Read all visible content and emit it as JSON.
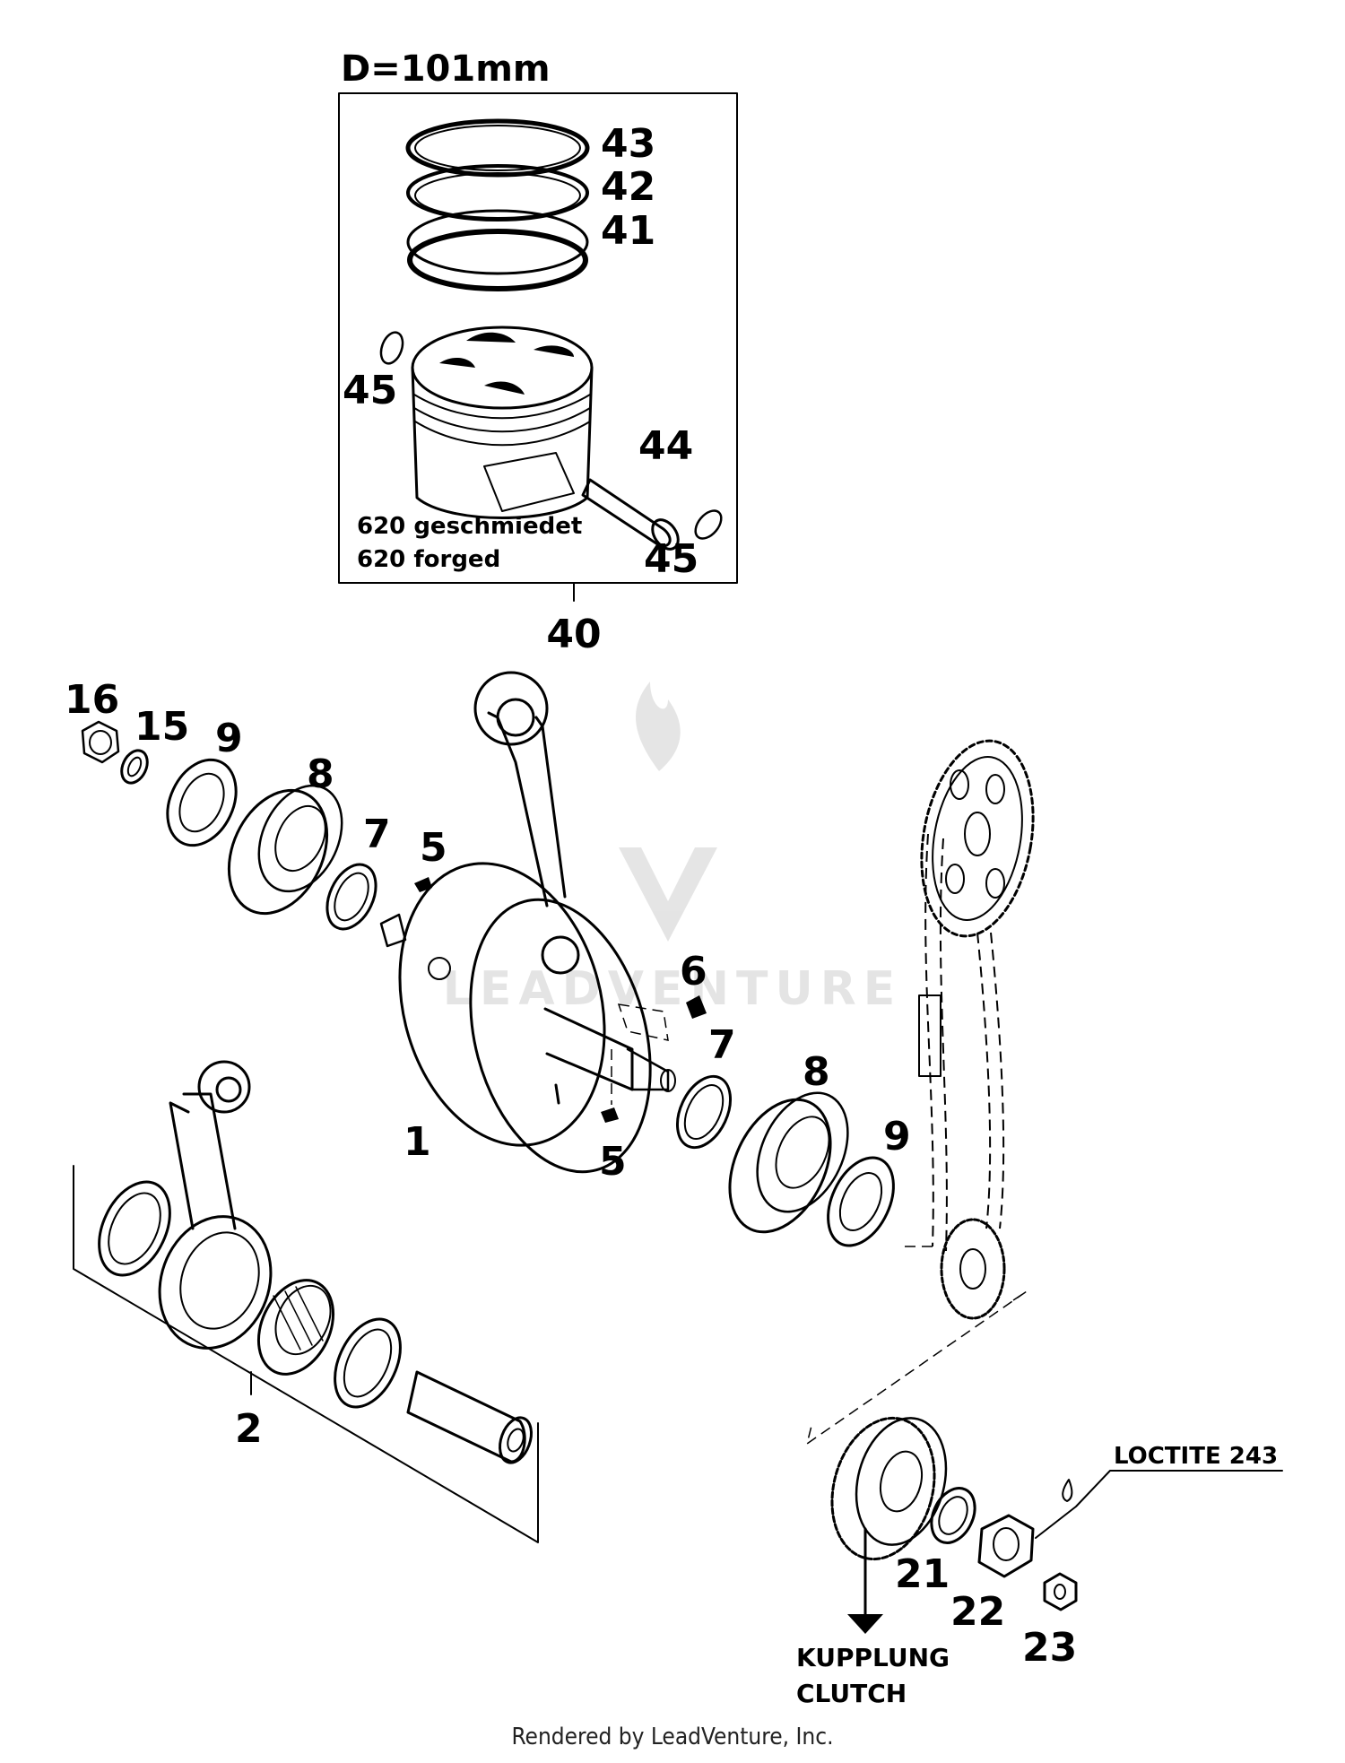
{
  "title": "D=101mm",
  "piston_note": [
    "620 geschmiedet",
    "620 forged"
  ],
  "labels": {
    "p43": "43",
    "p42": "42",
    "p41": "41",
    "p45a": "45",
    "p44": "44",
    "p45b": "45",
    "p40": "40",
    "p16": "16",
    "p15": "15",
    "p9a": "9",
    "p8a": "8",
    "p7a": "7",
    "p5a": "5",
    "p6": "6",
    "p7b": "7",
    "p8b": "8",
    "p9b": "9",
    "p1": "1",
    "p5b": "5",
    "p2": "2",
    "p21": "21",
    "p22": "22",
    "p23": "23"
  },
  "loctite": "LOCTITE 243",
  "clutch": [
    "KUPPLUNG",
    "CLUTCH"
  ],
  "watermark": "LEADVENTURE",
  "footer": "Rendered by LeadVenture, Inc."
}
